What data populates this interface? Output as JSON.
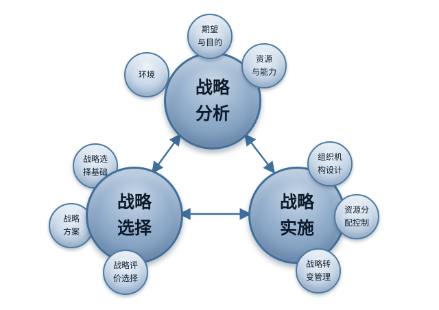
{
  "main_nodes": {
    "analysis": "战略\n分析",
    "selection": "战略\n选择",
    "implementation": "战略\n实施"
  },
  "sub_nodes": {
    "expectation": "期望\n与目的",
    "environment": "环境",
    "resources": "资源\n与能力",
    "selection_basis": "战略选\n择基础",
    "plan": "战略\n方案",
    "evaluation": "战略评\n价选择",
    "org_design": "组织机\n构设计",
    "resource_allocation": "资源分\n配控制",
    "change_management": "战略转\n变管理"
  },
  "colors": {
    "arrow": "#3f6f9a",
    "main_fill": "#93aecc",
    "sub_fill": "#c5d5e6"
  }
}
